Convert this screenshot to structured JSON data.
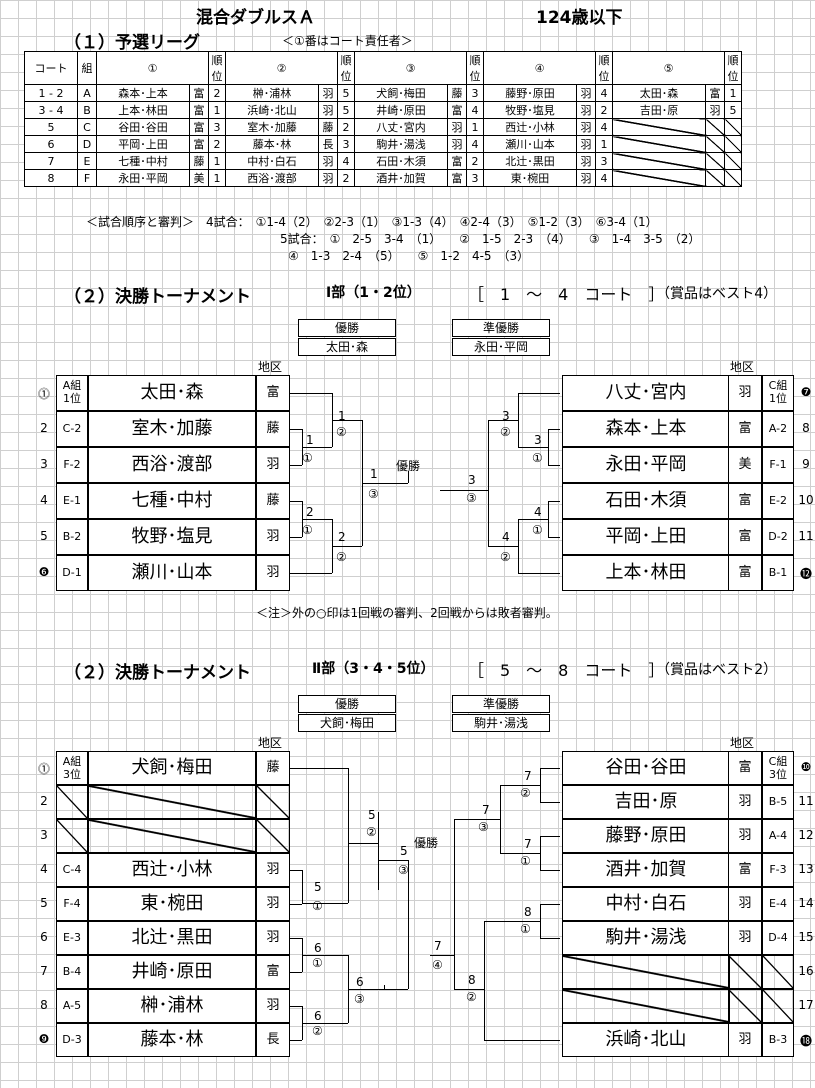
{
  "header": {
    "title": "混合ダブルスＡ",
    "age": "124歳以下"
  },
  "league": {
    "section": "（１）予選リーグ",
    "note": "＜①番はコート責任者＞",
    "cols": {
      "court": "コート",
      "group": "組",
      "rank": "順位",
      "nums": [
        "①",
        "②",
        "③",
        "④",
        "⑤"
      ]
    },
    "rows": [
      {
        "court": "1 - 2",
        "group": "A",
        "cells": [
          [
            "森本･上本",
            "富",
            "2"
          ],
          [
            "榊･浦林",
            "羽",
            "5"
          ],
          [
            "犬飼･梅田",
            "藤",
            "3"
          ],
          [
            "藤野･原田",
            "羽",
            "4"
          ],
          [
            "太田･森",
            "富",
            "1"
          ]
        ]
      },
      {
        "court": "3 - 4",
        "group": "B",
        "cells": [
          [
            "上本･林田",
            "富",
            "1"
          ],
          [
            "浜崎･北山",
            "羽",
            "5"
          ],
          [
            "井崎･原田",
            "富",
            "4"
          ],
          [
            "牧野･塩見",
            "羽",
            "2"
          ],
          [
            "吉田･原",
            "羽",
            "5"
          ]
        ]
      },
      {
        "court": "5",
        "group": "C",
        "cells": [
          [
            "谷田･谷田",
            "富",
            "3"
          ],
          [
            "室木･加藤",
            "藤",
            "2"
          ],
          [
            "八丈･宮内",
            "羽",
            "1"
          ],
          [
            "西辻･小林",
            "羽",
            "4"
          ],
          null
        ]
      },
      {
        "court": "6",
        "group": "D",
        "cells": [
          [
            "平岡･上田",
            "富",
            "2"
          ],
          [
            "藤本･林",
            "長",
            "3"
          ],
          [
            "駒井･湯浅",
            "羽",
            "4"
          ],
          [
            "瀬川･山本",
            "羽",
            "1"
          ],
          null
        ]
      },
      {
        "court": "7",
        "group": "E",
        "cells": [
          [
            "七種･中村",
            "藤",
            "1"
          ],
          [
            "中村･白石",
            "羽",
            "4"
          ],
          [
            "石田･木須",
            "富",
            "2"
          ],
          [
            "北辻･黒田",
            "羽",
            "3"
          ],
          null
        ]
      },
      {
        "court": "8",
        "group": "F",
        "cells": [
          [
            "永田･平岡",
            "美",
            "1"
          ],
          [
            "西浴･渡部",
            "羽",
            "2"
          ],
          [
            "酒井･加賀",
            "富",
            "3"
          ],
          [
            "東･椀田",
            "羽",
            "4"
          ],
          null
        ]
      }
    ],
    "order_lines": [
      "＜試合順序と審判＞　4試合：　①1-4（2）　②2-3（1）　③1-3（4）　④2-4（3）　⑤1-2（3）　⑥3-4（1）",
      "5試合：　①　2-5　3-4　（1）　　②　1-5　2-3　（4）　　③　1-4　3-5　（2）",
      "④　1-3　2-4　（5）　　⑤　1-2　4-5　（3）"
    ]
  },
  "t1": {
    "section": "（２）決勝トーナメント",
    "div": "Ⅰ部（1・2位）",
    "courts": "［　1　～　4　コート　］",
    "prize": "（賞品はベスト4）",
    "champ": {
      "label": "優勝",
      "name": "太田･森"
    },
    "runner": {
      "label": "準優勝",
      "name": "永田･平岡"
    },
    "area": "地区",
    "final_label": "優勝",
    "left": [
      {
        "num": "⓵",
        "seed": "A組\n1位",
        "team": "太田･森",
        "area": "富"
      },
      {
        "num": "2",
        "seed": "C-2",
        "team": "室木･加藤",
        "area": "藤"
      },
      {
        "num": "3",
        "seed": "F-2",
        "team": "西浴･渡部",
        "area": "羽"
      },
      {
        "num": "4",
        "seed": "E-1",
        "team": "七種･中村",
        "area": "藤"
      },
      {
        "num": "5",
        "seed": "B-2",
        "team": "牧野･塩見",
        "area": "羽"
      },
      {
        "num": "❻",
        "seed": "D-1",
        "team": "瀬川･山本",
        "area": "羽"
      }
    ],
    "right": [
      {
        "num": "❼",
        "seed": "C組\n1位",
        "team": "八丈･宮内",
        "area": "羽"
      },
      {
        "num": "8",
        "seed": "A-2",
        "team": "森本･上本",
        "area": "富"
      },
      {
        "num": "9",
        "seed": "F-1",
        "team": "永田･平岡",
        "area": "美"
      },
      {
        "num": "10",
        "seed": "E-2",
        "team": "石田･木須",
        "area": "富"
      },
      {
        "num": "11",
        "seed": "D-2",
        "team": "平岡･上田",
        "area": "富"
      },
      {
        "num": "⓬",
        "seed": "B-1",
        "team": "上本･林田",
        "area": "富"
      }
    ],
    "note": "＜注＞外の○印は1回戦の審判、2回戦からは敗者審判。",
    "marks": {
      "l1": "1",
      "l1c": "②",
      "l2": "1",
      "l2c": "①",
      "l3": "2",
      "l3c": "①",
      "l4": "2",
      "l4c": "②",
      "lf": "1",
      "lfc": "③",
      "r1": "3",
      "r1c": "②",
      "r2": "3",
      "r2c": "①",
      "r3": "4",
      "r3c": "①",
      "r4": "4",
      "r4c": "②",
      "rf": "3",
      "rfc": "③"
    }
  },
  "t2": {
    "section": "（２）決勝トーナメント",
    "div": "Ⅱ部（3・4・5位）",
    "courts": "［　5　～　8　コート　］",
    "prize": "（賞品はベスト2）",
    "champ": {
      "label": "優勝",
      "name": "犬飼･梅田"
    },
    "runner": {
      "label": "準優勝",
      "name": "駒井･湯浅"
    },
    "area": "地区",
    "final_label": "優勝",
    "left": [
      {
        "num": "⓵",
        "seed": "A組\n3位",
        "team": "犬飼･梅田",
        "area": "藤"
      },
      {
        "num": "2",
        "seed": "",
        "team": "",
        "area": ""
      },
      {
        "num": "3",
        "seed": "",
        "team": "",
        "area": ""
      },
      {
        "num": "4",
        "seed": "C-4",
        "team": "西辻･小林",
        "area": "羽"
      },
      {
        "num": "5",
        "seed": "F-4",
        "team": "東･椀田",
        "area": "羽"
      },
      {
        "num": "6",
        "seed": "E-3",
        "team": "北辻･黒田",
        "area": "羽"
      },
      {
        "num": "7",
        "seed": "B-4",
        "team": "井崎･原田",
        "area": "富"
      },
      {
        "num": "8",
        "seed": "A-5",
        "team": "榊･浦林",
        "area": "羽"
      },
      {
        "num": "❾",
        "seed": "D-3",
        "team": "藤本･林",
        "area": "長"
      }
    ],
    "right": [
      {
        "num": "❿",
        "seed": "C組\n3位",
        "team": "谷田･谷田",
        "area": "富"
      },
      {
        "num": "11",
        "seed": "B-5",
        "team": "吉田･原",
        "area": "羽"
      },
      {
        "num": "12",
        "seed": "A-4",
        "team": "藤野･原田",
        "area": "羽"
      },
      {
        "num": "13",
        "seed": "F-3",
        "team": "酒井･加賀",
        "area": "富"
      },
      {
        "num": "14",
        "seed": "E-4",
        "team": "中村･白石",
        "area": "羽"
      },
      {
        "num": "15",
        "seed": "D-4",
        "team": "駒井･湯浅",
        "area": "羽"
      },
      {
        "num": "16",
        "seed": "",
        "team": "",
        "area": ""
      },
      {
        "num": "17",
        "seed": "",
        "team": "",
        "area": ""
      },
      {
        "num": "⓲",
        "seed": "B-3",
        "team": "浜崎･北山",
        "area": "羽"
      }
    ],
    "marks": {
      "a": "5",
      "ac": "②",
      "b": "5",
      "bc": "①",
      "c": "6",
      "cc": "①",
      "d": "6",
      "dc": "②",
      "e": "6",
      "ec": "③",
      "f": "5",
      "fc": "③",
      "g": "7",
      "gc": "④",
      "h": "7",
      "hc": "②",
      "i": "7",
      "ic": "①",
      "j": "7",
      "jc": "③",
      "k": "8",
      "kc": "①",
      "l": "8",
      "lc": "②"
    }
  }
}
